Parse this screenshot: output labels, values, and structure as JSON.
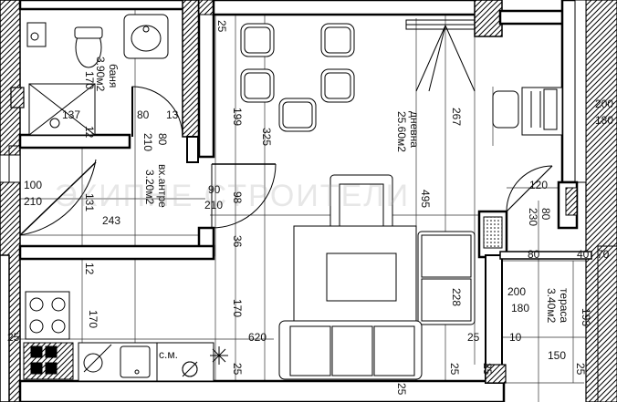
{
  "rooms": {
    "bathroom": {
      "name": "баня",
      "area": "3.90м2"
    },
    "hall": {
      "name": "вх.антре",
      "area": "3.20м2"
    },
    "living": {
      "name": "дневна",
      "area": "25.60м2"
    },
    "terrace": {
      "name": "тераса",
      "area": "3.40м2"
    }
  },
  "doors": {
    "entrance": {
      "w": "100",
      "h": "210"
    },
    "bathroom": {
      "w": "80",
      "h": "210"
    },
    "living": {
      "w": "90",
      "h": "210"
    },
    "terrace": {
      "w": "80",
      "h": "230"
    }
  },
  "windows": {
    "right_top": {
      "w": "200",
      "h": "180"
    },
    "terrace": {
      "w": "200",
      "h": "180"
    }
  },
  "dims": {
    "d25_top": "25",
    "d170_bath": "170",
    "d137": "137",
    "d80_bath": "80",
    "d13": "13",
    "d12_bath": "12",
    "d199": "199",
    "d325": "325",
    "d267": "267",
    "d495": "495",
    "d120": "120",
    "d243": "243",
    "d131": "131",
    "d36": "36",
    "d98": "98",
    "d12_kitchen": "12",
    "d170_kitchen": "170",
    "d170_mid": "170",
    "d620": "620",
    "d25_left": "25",
    "d25_bot1": "25",
    "d25_bot2": "25",
    "d25_bot3": "25",
    "d25_bot4": "25",
    "d25_mid": "25",
    "d228": "228",
    "d80_terr": "80",
    "d40": "40",
    "d70": "70",
    "d193": "193",
    "d150": "150",
    "d10": "10",
    "d25_terr": "25"
  },
  "fixtures": {
    "fridge": "с.м."
  },
  "watermark": "ЭКИПНЕ СТРОИТЕЛИ"
}
